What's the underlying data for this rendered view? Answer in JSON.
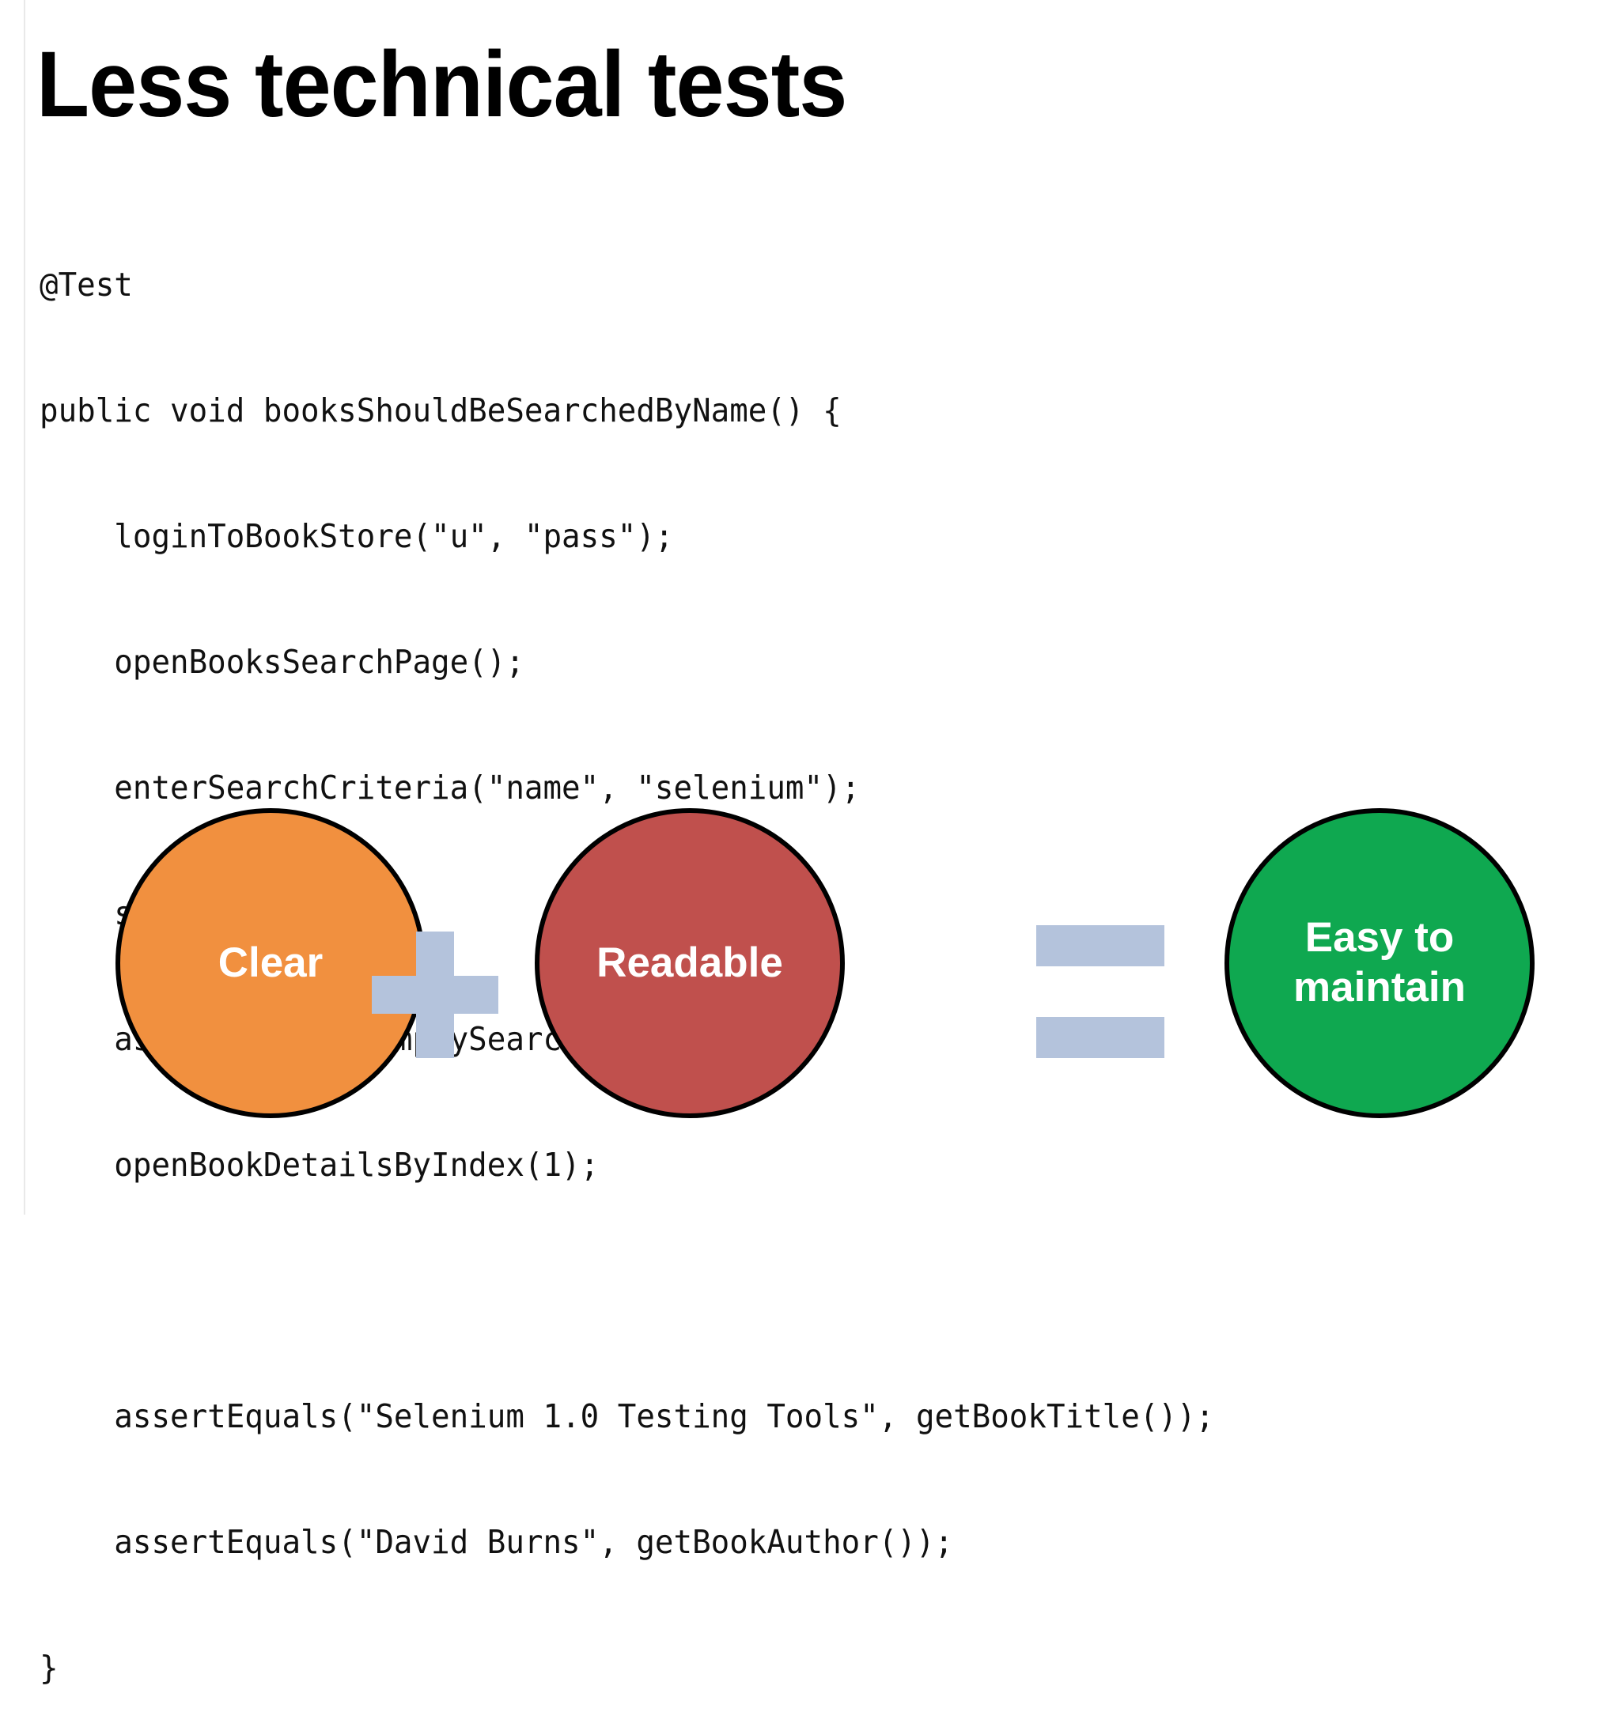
{
  "slide": {
    "title": "Less technical tests",
    "background_color": "#FFFFFF"
  },
  "code": {
    "language": "java",
    "lines": [
      "@Test",
      "public void booksShouldBeSearchedByName() {",
      "    loginToBookStore(\"u\", \"pass\");",
      "    openBooksSearchPage();",
      "    enterSearchCriteria(\"name\", \"selenium\");",
      "    searchBooks();",
      "    assertFalse(isEmptySearchResult());",
      "    openBookDetailsByIndex(1);",
      "",
      "    assertEquals(\"Selenium 1.0 Testing Tools\", getBookTitle());",
      "    assertEquals(\"David Burns\", getBookAuthor());",
      "}"
    ],
    "text_color": "#111111"
  },
  "diagram": {
    "type": "equation",
    "bubbles": [
      {
        "label": "Clear",
        "fill": "#F1903F",
        "stroke": "#000000",
        "text_color": "#FFFFFF"
      },
      {
        "label": "Readable",
        "fill": "#C0504D",
        "stroke": "#000000",
        "text_color": "#FFFFFF"
      },
      {
        "label": "Easy to maintain",
        "fill": "#0FA850",
        "stroke": "#000000",
        "text_color": "#FFFFFF"
      }
    ],
    "operators": [
      {
        "symbol": "+",
        "name": "plus",
        "color": "#B4C3DC"
      },
      {
        "symbol": "=",
        "name": "equals",
        "color": "#B4C3DC"
      }
    ]
  }
}
